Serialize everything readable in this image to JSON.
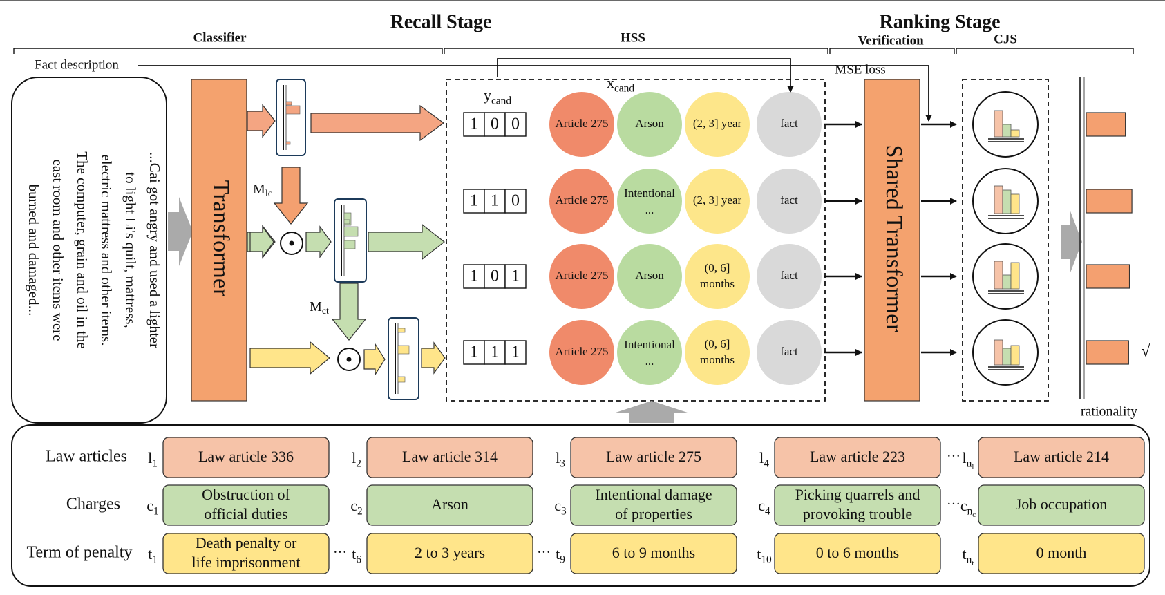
{
  "stages": {
    "recall": "Recall Stage",
    "ranking": "Ranking Stage"
  },
  "sections": {
    "classifier": "Classifier",
    "hss": "HSS",
    "verification": "Verification",
    "cjs": "CJS"
  },
  "fact_description_label": "Fact description",
  "fact_text_lines": [
    "...Cai got angry and used a lighter",
    "to  light  Li's  quilt,  mattress,",
    "electric mattress and other items.",
    "The computer, grain and oil in the",
    "east room and other items were",
    "burned and damaged..."
  ],
  "transformer_label": "Transformer",
  "shared_transformer_label": "Shared Transformer",
  "mse_loss_label": "MSE loss",
  "mask_labels": {
    "lc": "M",
    "lc_sub": "lc",
    "ct": "M",
    "ct_sub": "ct"
  },
  "y_cand_label": {
    "main": "y",
    "sub": "cand"
  },
  "x_cand_label": {
    "main": "x",
    "sub": "cand"
  },
  "hss_rows": [
    {
      "bits": [
        "1",
        "0",
        "0"
      ],
      "article": "Article 275",
      "charge": [
        "Arson"
      ],
      "term": [
        "(2, 3] year"
      ],
      "fact": "fact"
    },
    {
      "bits": [
        "1",
        "1",
        "0"
      ],
      "article": "Article 275",
      "charge": [
        "Intentional",
        "..."
      ],
      "term": [
        "(2, 3] year"
      ],
      "fact": "fact"
    },
    {
      "bits": [
        "1",
        "0",
        "1"
      ],
      "article": "Article 275",
      "charge": [
        "Arson"
      ],
      "term": [
        "(0, 6]",
        "months"
      ],
      "fact": "fact"
    },
    {
      "bits": [
        "1",
        "1",
        "1"
      ],
      "article": "Article 275",
      "charge": [
        "Intentional",
        "..."
      ],
      "term": [
        "(0, 6]",
        "months"
      ],
      "fact": "fact"
    }
  ],
  "rationality_label": "rationality",
  "check_mark": "√",
  "rationality_values": [
    0.48,
    0.56,
    0.53,
    0.52
  ],
  "table": {
    "row_labels": [
      "Law articles",
      "Charges",
      "Term of penalty"
    ],
    "law_articles": {
      "symbol": "l",
      "items": [
        {
          "sub": "1",
          "text": "Law article 336"
        },
        {
          "sub": "2",
          "text": "Law article 314"
        },
        {
          "sub": "3",
          "text": "Law article 275"
        },
        {
          "sub": "4",
          "text": "Law article 223"
        },
        {
          "sub": "n",
          "subsub": "l",
          "text": "Law article 214"
        }
      ]
    },
    "charges": {
      "symbol": "c",
      "items": [
        {
          "sub": "1",
          "lines": [
            "Obstruction of",
            "official duties"
          ]
        },
        {
          "sub": "2",
          "lines": [
            "Arson"
          ]
        },
        {
          "sub": "3",
          "lines": [
            "Intentional damage",
            "of properties"
          ]
        },
        {
          "sub": "4",
          "lines": [
            "Picking quarrels and",
            "provoking trouble"
          ]
        },
        {
          "sub": "n",
          "subsub": "c",
          "lines": [
            "Job occupation"
          ]
        }
      ]
    },
    "terms": {
      "symbol": "t",
      "items": [
        {
          "sub": "1",
          "lines": [
            "Death penalty or",
            "life  imprisonment"
          ]
        },
        {
          "sub": "6",
          "lines": [
            "2 to 3 years"
          ]
        },
        {
          "sub": "9",
          "lines": [
            "6 to 9 months"
          ]
        },
        {
          "sub": "10",
          "lines": [
            "0 to 6 months"
          ]
        },
        {
          "sub": "n",
          "subsub": "t",
          "lines": [
            "0 month"
          ]
        }
      ]
    },
    "ellipsis": "···"
  },
  "colors": {
    "orange": "#f4a582",
    "orange_dark": "#f4a070",
    "transformer": "#f4a26e",
    "article_circle": "#f08a6a",
    "green": "#c5deb0",
    "green_circle": "#b9dba0",
    "yellow": "#ffe58a",
    "yellow_circle": "#fde68a",
    "gray_circle": "#d9d9d9",
    "big_arrow_gray": "#aaaaaa",
    "peach_box": "#f6c3a8"
  }
}
